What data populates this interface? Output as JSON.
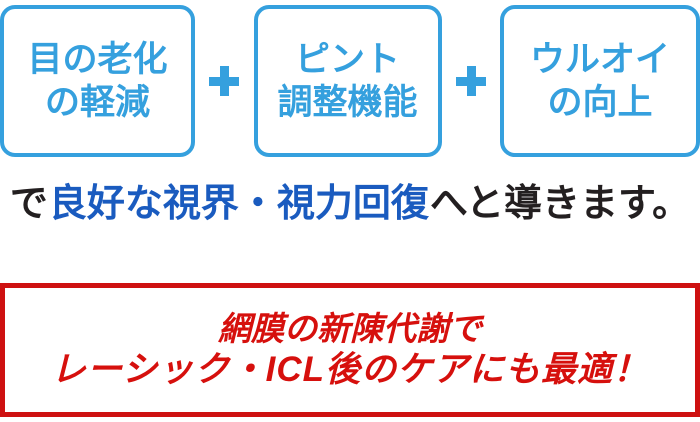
{
  "benefits": {
    "separator": "+",
    "boxes": [
      {
        "line1": "目の老化",
        "line2": "の軽減"
      },
      {
        "line1": "ピント",
        "line2": "調整機能"
      },
      {
        "line1": "ウルオイ",
        "line2": "の向上"
      }
    ]
  },
  "lead": {
    "prefix": "で",
    "highlight": "良好な視界・視力回復",
    "suffix": "へと導きます。"
  },
  "callout": {
    "line1": "網膜の新陳代謝で",
    "line2": "レーシック・ICL後のケアにも最適！"
  },
  "colors": {
    "box_blue": "#35A0DE",
    "highlight_text_blue": "#1A5BBF",
    "highlight_band_yellow": "#F0B31E",
    "callout_red": "#D6100D",
    "callout_border_red": "#CE1111",
    "body_dark": "#231F20",
    "background": "#FFFFFF"
  }
}
